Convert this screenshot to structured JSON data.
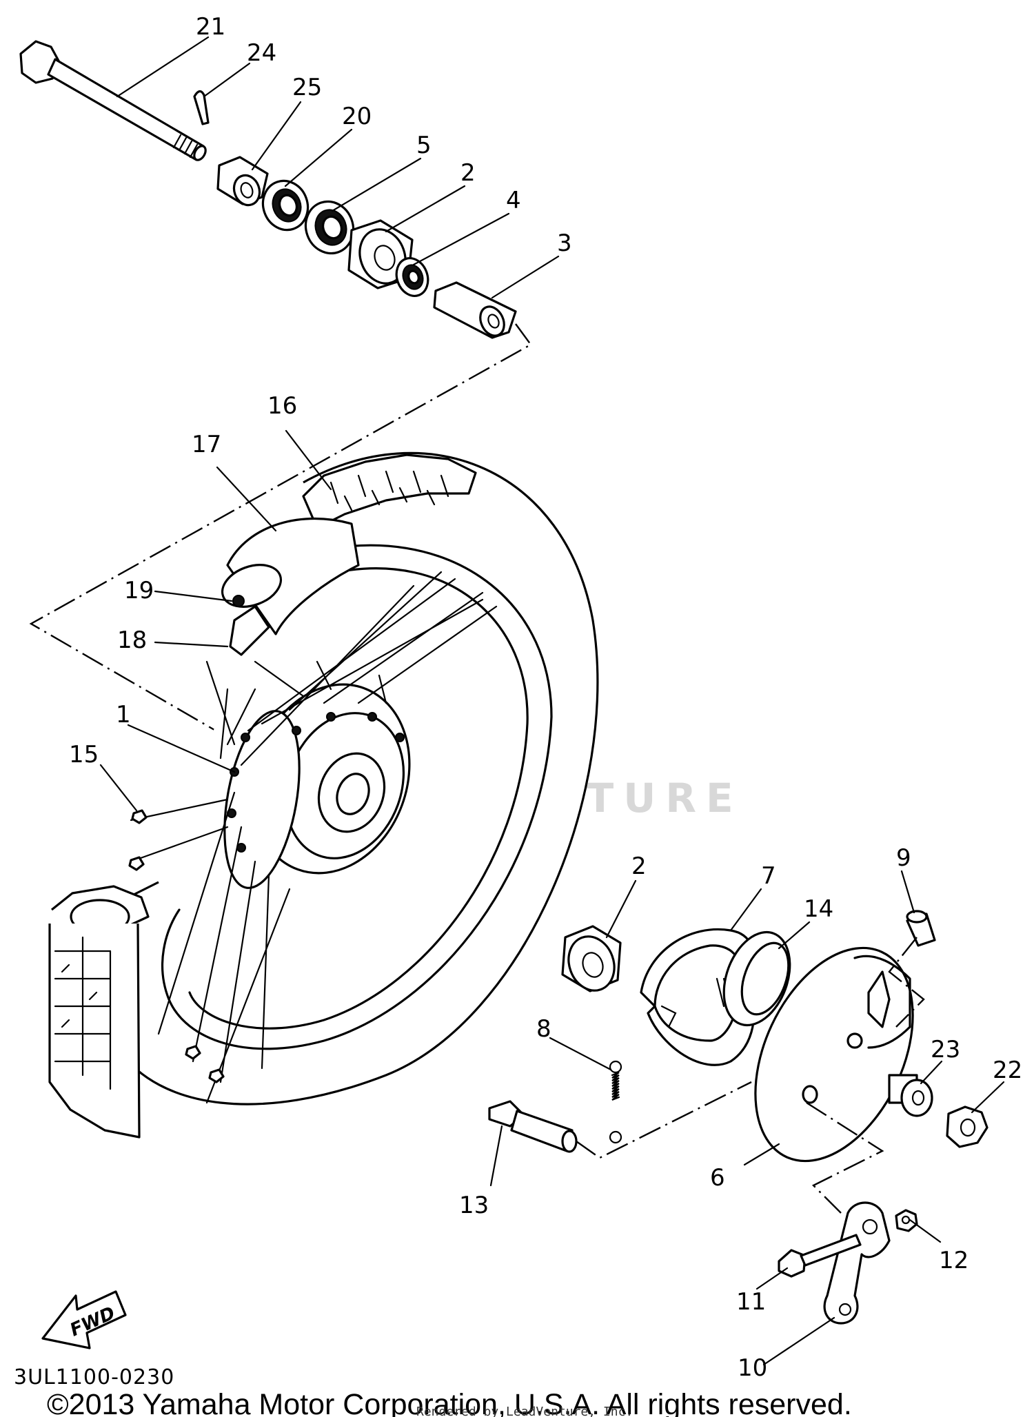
{
  "callouts": {
    "p1": "1",
    "p2a": "2",
    "p2b": "2",
    "p3": "3",
    "p4": "4",
    "p5": "5",
    "p6": "6",
    "p7": "7",
    "p8": "8",
    "p9": "9",
    "p10": "10",
    "p11": "11",
    "p12": "12",
    "p13": "13",
    "p14": "14",
    "p15": "15",
    "p16": "16",
    "p17": "17",
    "p18": "18",
    "p19": "19",
    "p20": "20",
    "p21": "21",
    "p22": "22",
    "p23": "23",
    "p24": "24",
    "p25": "25"
  },
  "fwd_label": "FWD",
  "diagram_code": "3UL1100-0230",
  "watermark": "LEADVENTURE",
  "copyright": "©2013 Yamaha Motor Corporation, U.S.A. All rights reserved.",
  "rendered_by": "Rendered by LeadVenture, Inc."
}
